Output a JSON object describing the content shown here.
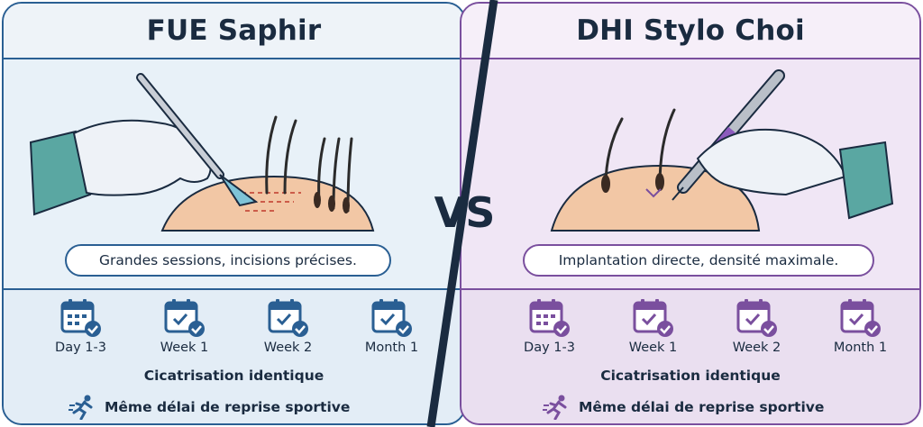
{
  "left": {
    "title": "FUE Saphir",
    "caption_pill": "Grandes sessions, incisions précises.",
    "timeline": [
      "Day 1-3",
      "Week 1",
      "Week 2",
      "Month 1"
    ],
    "healing": "Cicatrisation identique",
    "sport": "Même délai de reprise sportive",
    "accent": "#2a5f93"
  },
  "right": {
    "title": "DHI Stylo Choi",
    "caption_pill": "Implantation directe, densité maximale.",
    "timeline": [
      "Day 1-3",
      "Week 1",
      "Week 2",
      "Month 1"
    ],
    "healing": "Cicatrisation identique",
    "sport": "Même délai de reprise sportive",
    "accent": "#7a4f9e"
  },
  "vs_label": "VS",
  "icons": {
    "scalpel": "scalpel-icon",
    "choi_pen": "choi-pen-icon",
    "calendar": "calendar-check-icon",
    "runner": "runner-icon"
  }
}
